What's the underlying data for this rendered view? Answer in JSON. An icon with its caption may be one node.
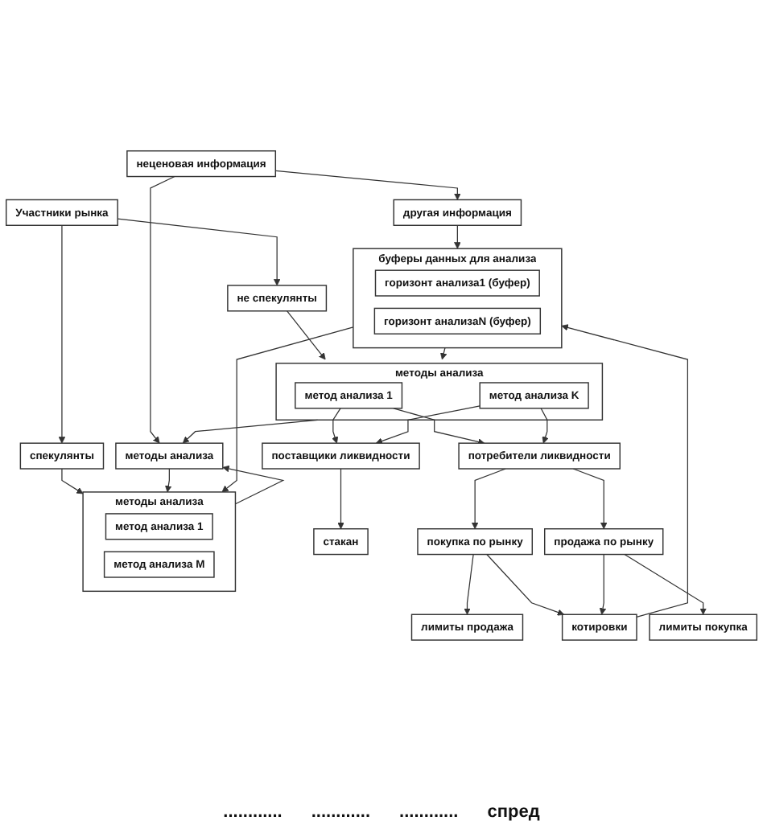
{
  "diagram": {
    "nodes": [
      {
        "text": [
          "Участники рынка"
        ]
      },
      {
        "text": [
          "неценовая информация"
        ]
      },
      {
        "text": [
          "не спекулянты"
        ]
      },
      {
        "text": [
          "спекулянты"
        ]
      },
      {
        "text": [
          "методы анализа"
        ]
      },
      {
        "text": [
          "другая информация"
        ]
      },
      {
        "text": [
          "методы анализа"
        ]
      },
      {
        "text": [
          "метод анализа 1"
        ],
        "in": 6
      },
      {
        "text": [
          "метод анализа K"
        ],
        "in": 6
      },
      {
        "text": [
          "методы анализа"
        ]
      },
      {
        "text": [
          "метод анализа 1"
        ],
        "in": 9
      },
      {
        "text": [
          "метод анализа M"
        ],
        "in": 9
      },
      {
        "text": [
          "буферы данных для анализа"
        ]
      },
      {
        "text": [
          "горизонт анализа1 (буфер)"
        ],
        "in": 12
      },
      {
        "text": [
          "горизонт анализаN (буфер)"
        ],
        "in": 12
      },
      {
        "text": [
          "поставщики ликвидности"
        ]
      },
      {
        "text": [
          "потребители ликвидности"
        ]
      },
      {
        "text": [
          "котировки"
        ]
      },
      {
        "text": [
          "стакан"
        ]
      },
      {
        "text": [
          "лимиты продажа"
        ]
      },
      {
        "text": [
          "лимиты покупка"
        ]
      },
      {
        "text": [
          "покупка по рынку"
        ]
      },
      {
        "text": [
          "продажа по рынку"
        ]
      }
    ],
    "edges": [
      {
        "from": 0,
        "to": 2,
        "arrow": "to"
      },
      {
        "from": 0,
        "to": 3,
        "arrow": "to"
      },
      {
        "from": 1,
        "to": 4,
        "arrow": "to"
      },
      {
        "from": 1,
        "to": 5,
        "arrow": "to"
      },
      {
        "from": 2,
        "to": 6,
        "arrow": "to"
      },
      {
        "from": 3,
        "to": 9,
        "arrow": "to"
      },
      {
        "from": 6,
        "to": 4,
        "arrow": "to"
      },
      {
        "from": 9,
        "to": 4,
        "arrow": "to"
      },
      {
        "from": 4,
        "to": 9,
        "arrow": "to"
      },
      {
        "from": 5,
        "to": 12,
        "arrow": "to"
      },
      {
        "from": 12,
        "to": 6,
        "arrow": "to"
      },
      {
        "from": 12,
        "to": 9,
        "arrow": "to"
      },
      {
        "from": 17,
        "to": 12,
        "arrow": "to"
      },
      {
        "from": 7,
        "to": 15,
        "arrow": "to"
      },
      {
        "from": 7,
        "to": 16,
        "arrow": "to"
      },
      {
        "from": 8,
        "to": 15,
        "arrow": "to"
      },
      {
        "from": 8,
        "to": 16,
        "arrow": "to"
      },
      {
        "from": 15,
        "to": 18,
        "arrow": "to"
      },
      {
        "from": 16,
        "to": 21,
        "arrow": "to"
      },
      {
        "from": 16,
        "to": 22,
        "arrow": "to"
      },
      {
        "from": 21,
        "to": 19,
        "arrow": "to"
      },
      {
        "from": 21,
        "to": 17,
        "arrow": "to"
      },
      {
        "from": 22,
        "to": 20,
        "arrow": "to"
      },
      {
        "from": 22,
        "to": 17,
        "arrow": "to"
      }
    ],
    "labels": [
      "............",
      "............",
      "............",
      "спред"
    ]
  }
}
